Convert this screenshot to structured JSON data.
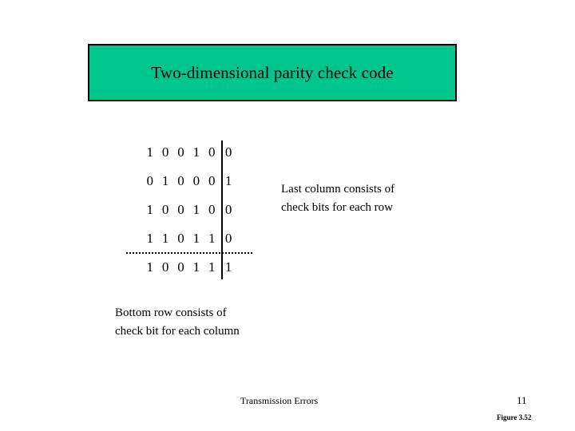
{
  "slide": {
    "title": "Two-dimensional parity check code",
    "title_box_color": "#00c68e",
    "title_box_border_color": "#000000",
    "background_color": "#ffffff"
  },
  "matrix": {
    "rows": [
      {
        "data_bits": [
          "1",
          "0",
          "0",
          "1",
          "0"
        ],
        "check_bit": "0",
        "is_check_row": false
      },
      {
        "data_bits": [
          "0",
          "1",
          "0",
          "0",
          "0"
        ],
        "check_bit": "1",
        "is_check_row": false
      },
      {
        "data_bits": [
          "1",
          "0",
          "0",
          "1",
          "0"
        ],
        "check_bit": "0",
        "is_check_row": false
      },
      {
        "data_bits": [
          "1",
          "1",
          "0",
          "1",
          "1"
        ],
        "check_bit": "0",
        "is_check_row": false
      },
      {
        "data_bits": [
          "1",
          "0",
          "0",
          "1",
          "1"
        ],
        "check_bit": "1",
        "is_check_row": true
      }
    ]
  },
  "annotations": {
    "right": {
      "line1": "Last column consists of",
      "line2": "check bits for each row"
    },
    "bottom": {
      "line1": "Bottom row consists of",
      "line2": "check bit for each column"
    }
  },
  "footer": {
    "title": "Transmission Errors",
    "page_number": "11",
    "figure_label": "Figure 3.52"
  }
}
